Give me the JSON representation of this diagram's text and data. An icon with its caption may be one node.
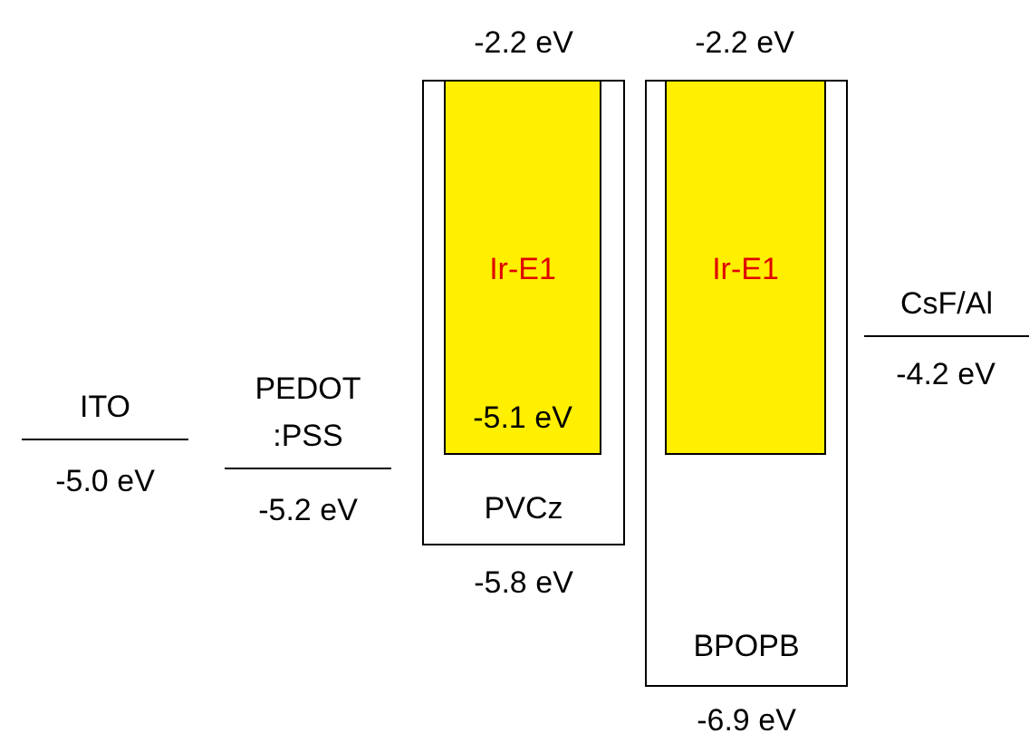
{
  "diagram": {
    "nodes": [
      {
        "text": [
          "ITO"
        ],
        "beside": [
          "-5.0 eV"
        ]
      },
      {
        "text": [
          "PEDOT :PSS"
        ],
        "beside": [
          "-5.2 eV"
        ]
      },
      {
        "text": [
          "PVCz"
        ],
        "beside": [
          "-2.2 eV",
          "-5.8 eV"
        ]
      },
      {
        "text": [
          "Ir-E1",
          "-5.1 eV"
        ],
        "in": 2
      },
      {
        "text": [
          "BPOPB"
        ],
        "beside": [
          "-2.2 eV",
          "-6.9 eV"
        ]
      },
      {
        "text": [
          "Ir-E1"
        ],
        "in": 4
      },
      {
        "text": [
          "CsF/Al"
        ],
        "beside": [
          "-4.2 eV"
        ]
      }
    ]
  }
}
